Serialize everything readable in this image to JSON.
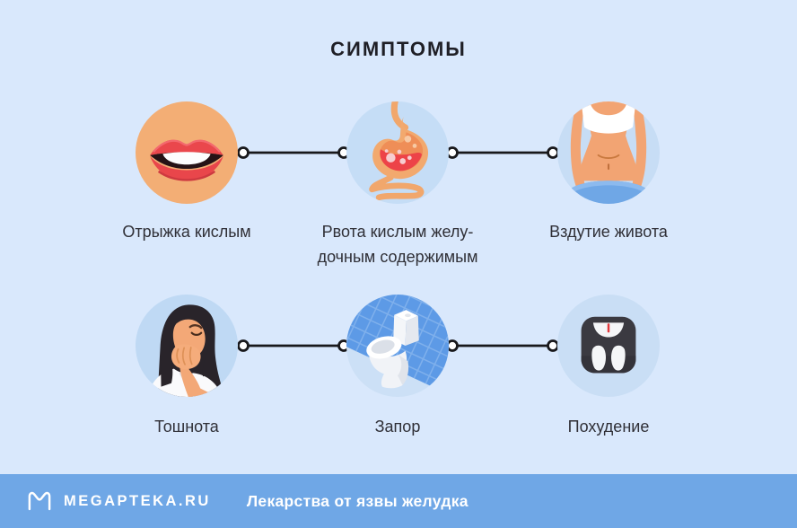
{
  "title": "СИМПТОМЫ",
  "symptoms": [
    {
      "label": "Отрыжка кислым",
      "icon": "lips-icon"
    },
    {
      "label": "Рвота кислым желу-\nдочным содержимым",
      "icon": "stomach-icon"
    },
    {
      "label": "Вздутие живота",
      "icon": "bloated-abdomen-icon"
    },
    {
      "label": "Тошнота",
      "icon": "nauseous-woman-icon"
    },
    {
      "label": "Запор",
      "icon": "toilet-icon"
    },
    {
      "label": "Похудение",
      "icon": "weight-scale-icon"
    }
  ],
  "footer": {
    "brand": "MEGAPTEKA.RU",
    "caption": "Лекарства от язвы желудка"
  },
  "colors": {
    "background": "#D9E8FC",
    "footer_bar": "#6FA7E6",
    "text": "#2F2F36",
    "title_text": "#1F1F26",
    "connector": "#18181B",
    "circle_orange": "#F3AE75",
    "circle_blue": "#C5DDF6"
  }
}
